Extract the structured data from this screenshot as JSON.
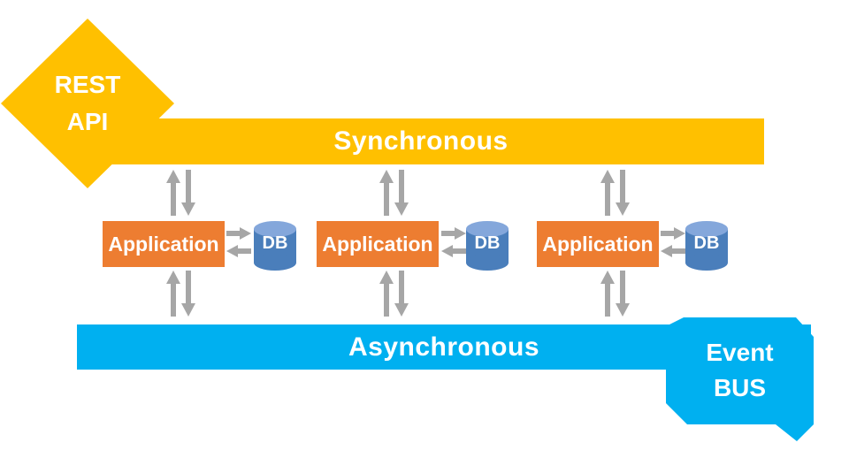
{
  "rest_api": {
    "lines": [
      "REST",
      "API"
    ]
  },
  "synchronous_bar": {
    "label": "Synchronous"
  },
  "asynchronous_bar": {
    "label": "Asynchronous"
  },
  "event_bus": {
    "lines": [
      "Event",
      "BUS"
    ]
  },
  "app_groups": [
    {
      "app_label": "Application",
      "db_label": "DB"
    },
    {
      "app_label": "Application",
      "db_label": "DB"
    },
    {
      "app_label": "Application",
      "db_label": "DB"
    }
  ],
  "icons": {
    "up_arrow": "up-arrow-icon",
    "down_arrow": "down-arrow-icon",
    "right_arrow": "right-arrow-icon",
    "left_arrow": "left-arrow-icon",
    "database": "database-cylinder-icon"
  },
  "colors": {
    "gold": "#FFC000",
    "orange": "#ED7D31",
    "sky_blue": "#00B0F0",
    "db_body": "#4A7EBB",
    "db_top": "#84A7DB",
    "arrow_gray": "#A6A6A6",
    "text_white": "#FFFFFF"
  }
}
